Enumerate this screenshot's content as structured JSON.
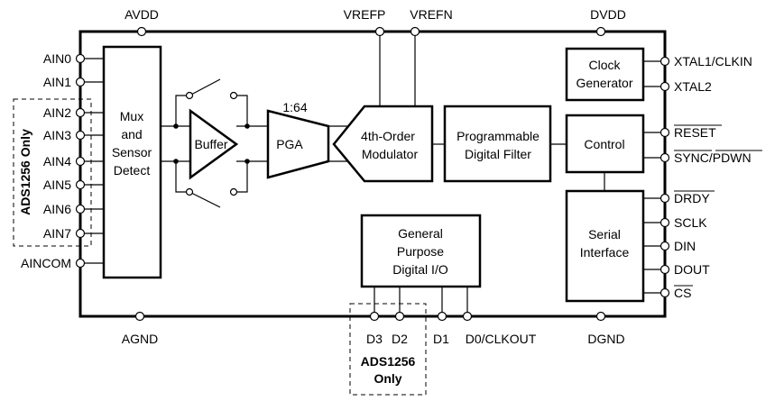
{
  "top_pins": {
    "avdd": "AVDD",
    "vrefp": "VREFP",
    "vrefn": "VREFN",
    "dvdd": "DVDD"
  },
  "bottom_pins": {
    "agnd": "AGND",
    "dgnd": "DGND",
    "d3": "D3",
    "d2": "D2",
    "d1": "D1",
    "d0": "D0/CLKOUT"
  },
  "left_pins": [
    "AIN0",
    "AIN1",
    "AIN2",
    "AIN3",
    "AIN4",
    "AIN5",
    "AIN6",
    "AIN7",
    "AINCOM"
  ],
  "right_pins": {
    "xtal1": "XTAL1/CLKIN",
    "xtal2": "XTAL2",
    "reset": "RESET",
    "sync_pdwn": "SYNC/PDWN",
    "drdy": "DRDY",
    "sclk": "SCLK",
    "din": "DIN",
    "dout": "DOUT",
    "cs": "CS"
  },
  "blocks": {
    "mux": [
      "Mux",
      "and",
      "Sensor",
      "Detect"
    ],
    "buffer": "Buffer",
    "pga": "PGA",
    "pga_gain": "1:64",
    "modulator": [
      "4th-Order",
      "Modulator"
    ],
    "filter": [
      "Programmable",
      "Digital Filter"
    ],
    "clock": [
      "Clock",
      "Generator"
    ],
    "control": "Control",
    "serial": [
      "Serial",
      "Interface"
    ],
    "gpio": [
      "General",
      "Purpose",
      "Digital I/O"
    ]
  },
  "notes": {
    "left_only": "ADS1256 Only",
    "bottom_only": [
      "ADS1256",
      "Only"
    ]
  }
}
